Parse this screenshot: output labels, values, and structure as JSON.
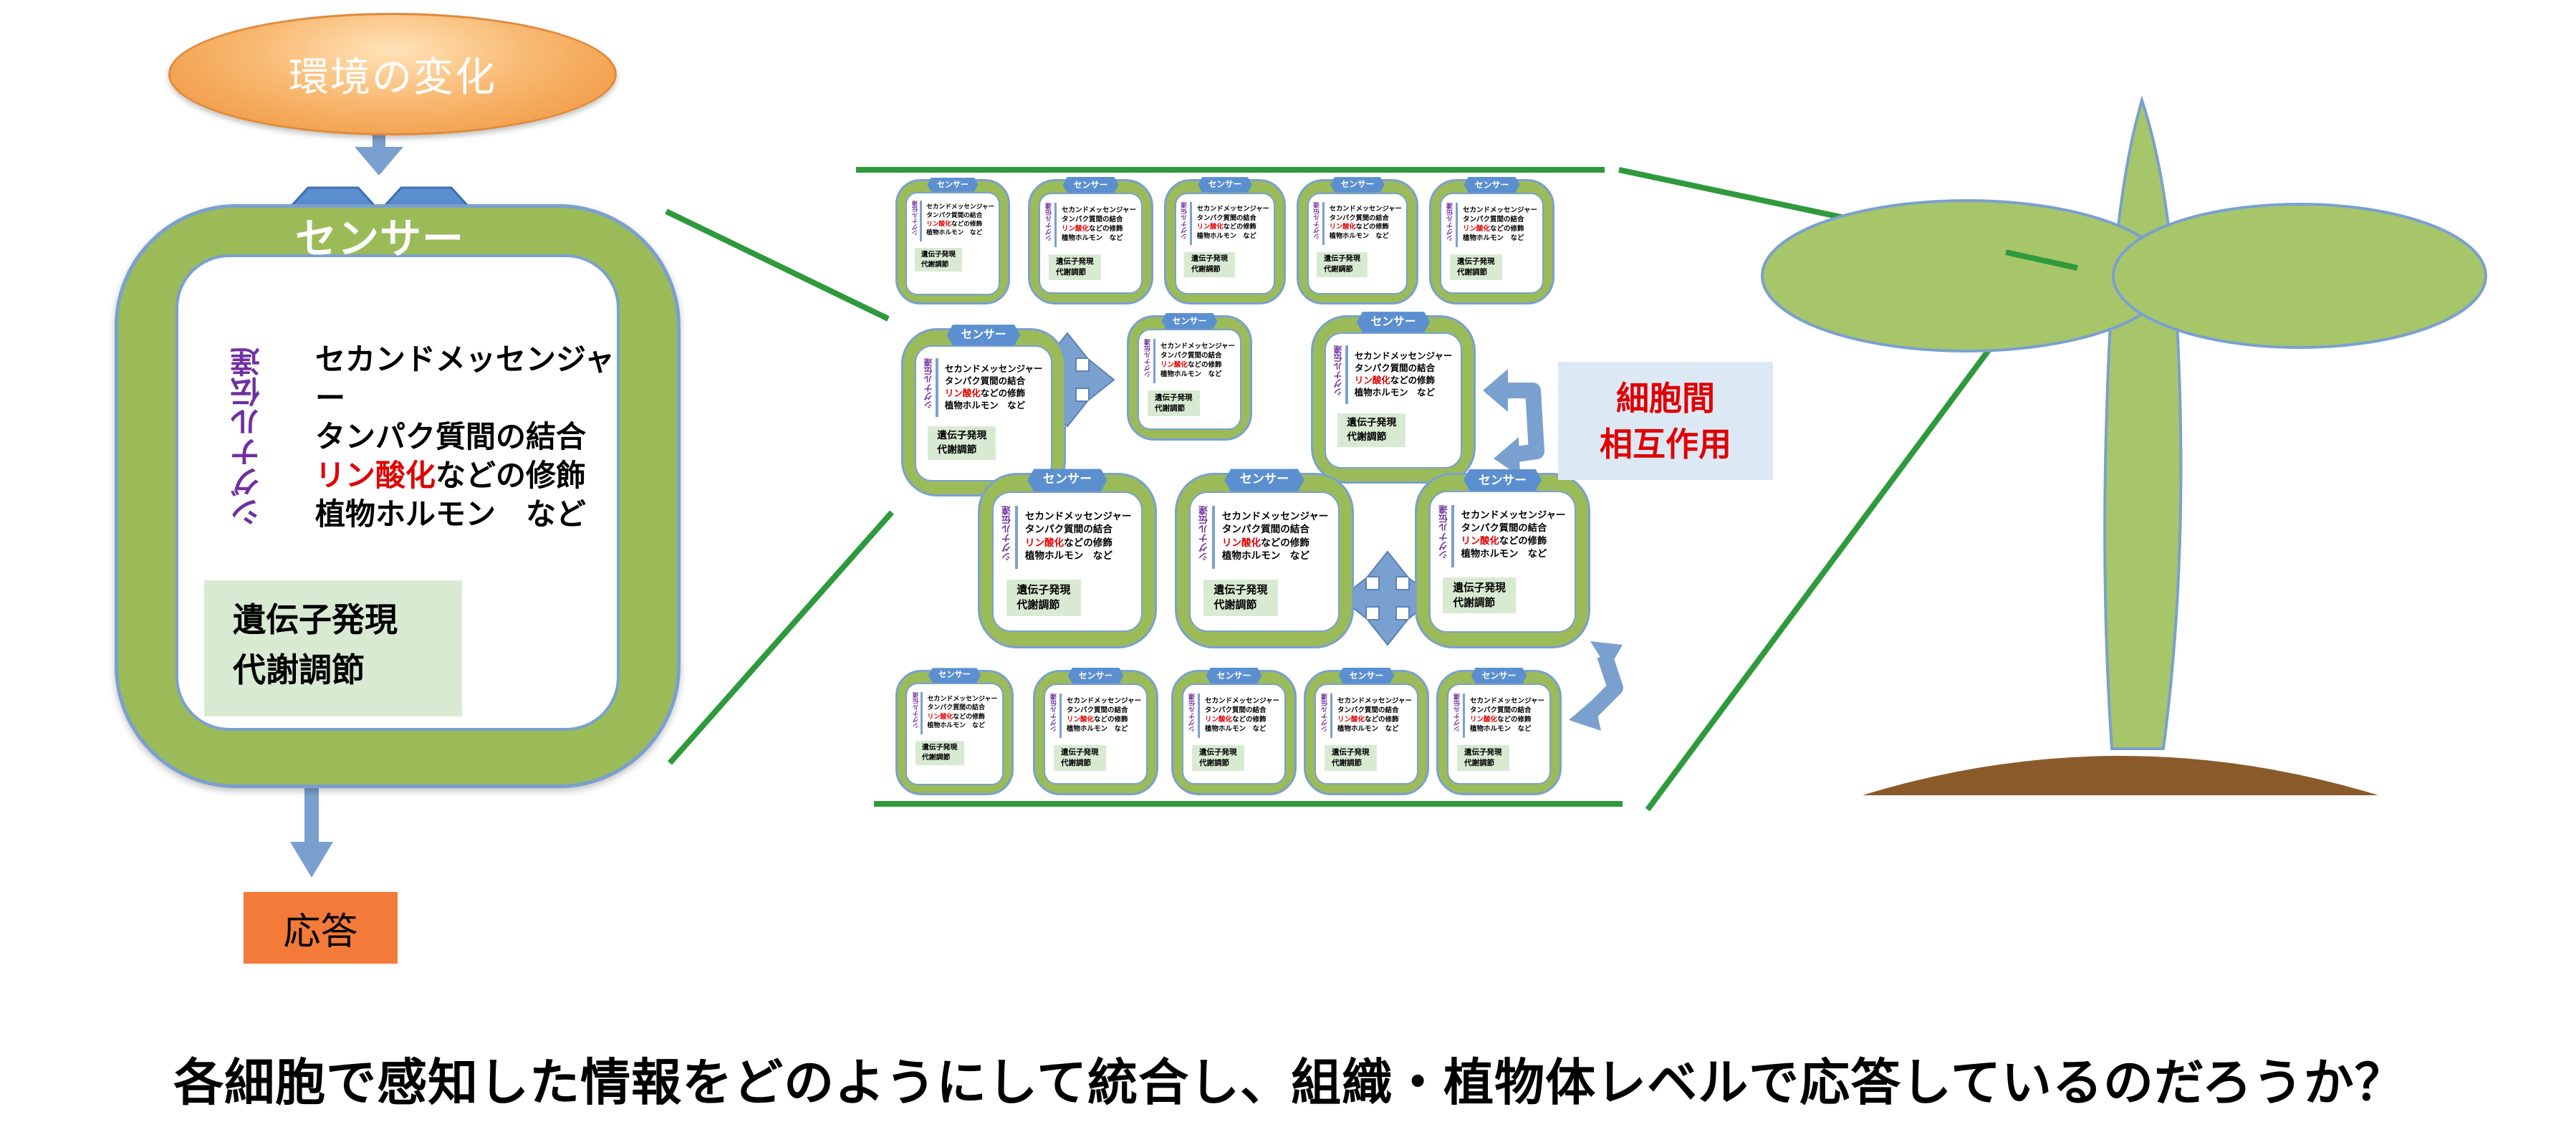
{
  "environment": {
    "label": "環境の変化"
  },
  "big_cell": {
    "sensor_label": "センサー",
    "signal_label": "シグナル伝達",
    "mechanisms": {
      "line1": "セカンドメッセンジャー",
      "line2": "タンパク質間の結合",
      "line3_red": "リン酸化",
      "line3_rest": "などの修飾",
      "line4": "植物ホルモン　など"
    },
    "gene_box": {
      "line1": "遺伝子発現",
      "line2": "代謝調節"
    }
  },
  "response": {
    "label": "応答"
  },
  "small_cell": {
    "sensor_label": "センサー",
    "signal_label": "シグナル伝達",
    "line1": "セカンドメッセンジャー",
    "line2": "タンパク質間の結合",
    "line3_red": "リン酸化",
    "line3_rest": "などの修飾",
    "line4": "植物ホルモン　など",
    "gene1": "遺伝子発現",
    "gene2": "代謝調節"
  },
  "interaction": {
    "line1": "細胞間",
    "line2": "相互作用"
  },
  "question": "各細胞で感知した情報をどのようにして統合し、組織・植物体レベルで応答しているのだろうか？",
  "colors": {
    "cell_green": "#9bbb59",
    "cell_border_blue": "#7aa0cf",
    "sensor_blue": "#5b8fd0",
    "gene_box_green": "#d9ead3",
    "response_orange": "#f37a38",
    "env_orange": "#f8b870",
    "zoom_line_green": "#2e9a3c",
    "soil_brown": "#8b5a2b",
    "signal_purple": "#7030a0",
    "highlight_red": "#e00000"
  }
}
